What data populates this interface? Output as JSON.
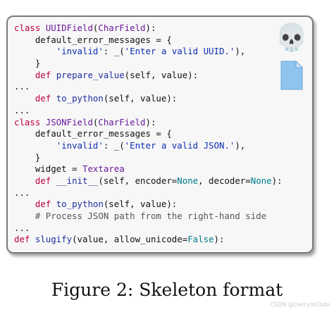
{
  "caption": "Figure 2: Skeleton format",
  "watermark": "CSDN @DarcyInCode",
  "icons": {
    "skull": "skull-icon",
    "file": "file-icon"
  },
  "code_lines": [
    [
      {
        "t": "class ",
        "c": "kw"
      },
      {
        "t": "UUIDField",
        "c": "cls"
      },
      {
        "t": "(",
        "c": ""
      },
      {
        "t": "CharField",
        "c": "cls"
      },
      {
        "t": "):",
        "c": ""
      }
    ],
    [
      {
        "t": "    default_error_messages = {",
        "c": ""
      }
    ],
    [
      {
        "t": "        ",
        "c": ""
      },
      {
        "t": "'invalid'",
        "c": "str"
      },
      {
        "t": ": _(",
        "c": ""
      },
      {
        "t": "'Enter a valid UUID.'",
        "c": "str"
      },
      {
        "t": "),",
        "c": ""
      }
    ],
    [
      {
        "t": "    }",
        "c": ""
      }
    ],
    [
      {
        "t": "    ",
        "c": ""
      },
      {
        "t": "def ",
        "c": "kw"
      },
      {
        "t": "prepare_value",
        "c": "fn"
      },
      {
        "t": "(self, value):",
        "c": ""
      }
    ],
    [
      {
        "t": "...",
        "c": ""
      }
    ],
    [
      {
        "t": "    ",
        "c": ""
      },
      {
        "t": "def ",
        "c": "kw"
      },
      {
        "t": "to_python",
        "c": "fn"
      },
      {
        "t": "(self, value):",
        "c": ""
      }
    ],
    [
      {
        "t": "...",
        "c": ""
      }
    ],
    [
      {
        "t": "class ",
        "c": "kw"
      },
      {
        "t": "JSONField",
        "c": "cls"
      },
      {
        "t": "(",
        "c": ""
      },
      {
        "t": "CharField",
        "c": "cls"
      },
      {
        "t": "):",
        "c": ""
      }
    ],
    [
      {
        "t": "    default_error_messages = {",
        "c": ""
      }
    ],
    [
      {
        "t": "        ",
        "c": ""
      },
      {
        "t": "'invalid'",
        "c": "str"
      },
      {
        "t": ": _(",
        "c": ""
      },
      {
        "t": "'Enter a valid JSON.'",
        "c": "str"
      },
      {
        "t": "),",
        "c": ""
      }
    ],
    [
      {
        "t": "    }",
        "c": ""
      }
    ],
    [
      {
        "t": "    widget = ",
        "c": ""
      },
      {
        "t": "Textarea",
        "c": "cls"
      }
    ],
    [
      {
        "t": "    ",
        "c": ""
      },
      {
        "t": "def ",
        "c": "kw"
      },
      {
        "t": "__init__",
        "c": "fn"
      },
      {
        "t": "(self, encoder=",
        "c": ""
      },
      {
        "t": "None",
        "c": "lit"
      },
      {
        "t": ", decoder=",
        "c": ""
      },
      {
        "t": "None",
        "c": "lit"
      },
      {
        "t": "):",
        "c": ""
      }
    ],
    [
      {
        "t": "...",
        "c": ""
      }
    ],
    [
      {
        "t": "    ",
        "c": ""
      },
      {
        "t": "def ",
        "c": "kw"
      },
      {
        "t": "to_python",
        "c": "fn"
      },
      {
        "t": "(self, value):",
        "c": ""
      }
    ],
    [
      {
        "t": "    # Process JSON path from the right-hand side",
        "c": "cmt"
      }
    ],
    [
      {
        "t": "...",
        "c": ""
      }
    ],
    [
      {
        "t": "def ",
        "c": "kw"
      },
      {
        "t": "slugify",
        "c": "fn"
      },
      {
        "t": "(value, allow_unicode=",
        "c": ""
      },
      {
        "t": "False",
        "c": "lit"
      },
      {
        "t": "):",
        "c": ""
      }
    ]
  ]
}
